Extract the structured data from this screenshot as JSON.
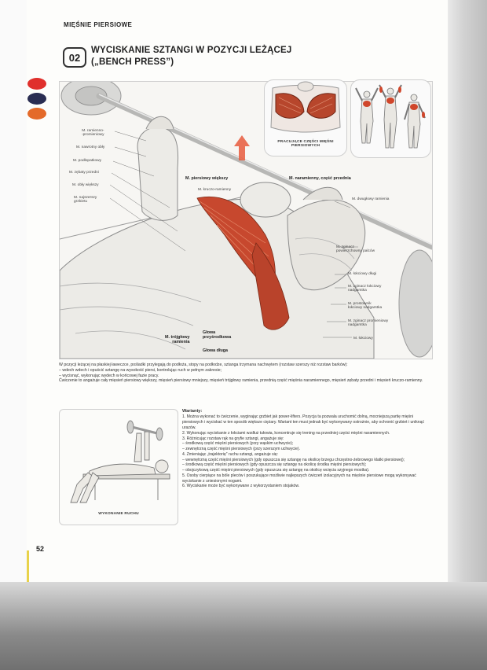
{
  "section_header": "MIĘŚNIE PIERSIOWE",
  "exercise": {
    "number": "02",
    "title_line1": "WYCISKANIE SZTANGI W POZYCJI LEŻĄCEJ",
    "title_line2": "(„BENCH PRESS”)"
  },
  "color_dots": [
    "#e0302c",
    "#2a2d52",
    "#e46a2a"
  ],
  "main_labels": {
    "m_ramienno_promieniowy": "M. ramienno-\n-promieniowy",
    "m_nawrotny_obly": "M. nawrotny obły",
    "m_podlopatkowy": "M. podłopatkowy",
    "m_zebaty_przedni": "M. zębaty przedni",
    "m_obly_wiekszy": "M. obły większy",
    "m_najszerszy_grzbietu": "M. najszerszy\ngrzbietu",
    "m_piersiowy_wiekszy": "M. piersiowy większy",
    "m_kruczo_ramienny": "M. kruczo-ramienny",
    "m_naramienny_czesc_przednia": "M. naramienny, część przednia",
    "m_dwuglowy_ramienia": "M. dwugłowy ramienia",
    "m_zginacz_powierzchowny_palcow": "M. zginacz\npowierzchowny palców",
    "m_lokciowy_dlugi": "M. łokciowy długi",
    "m_zginacz_lokciowy_nadgarstka": "M. zginacz łokciowy\nnadgarstka",
    "m_prostownik_lokciowy_nadgarstka": "M. prostownik\nłokciowy nadgarstka",
    "m_zginacz_promieniowy_nadgarstka": "M. zginacz promieniowy\nnadgarstka",
    "m_lokciowy": "M. łokciowy",
    "m_trojglowy_ramienia": "M. trójgłowy\nramienia",
    "glowa_przysrodkowa": "Głowa\nprzyśrodkowa",
    "glowa_dluga": "Głowa długa"
  },
  "thumb_caption": "PRACUJĄCE CZĘŚCI MIĘŚNI\nPIERSIOWYCH",
  "description": [
    "W pozycji leżącej na płaskiej ławeczce, pośladki przylegają do podłoża, stopy na podłodze, sztanga trzymana nachwytem (rozstaw szerszy niż rozstaw barków):",
    "– wdech wdech i opuścić sztangę na wysokość piersi, kontrolując ruch w pełnym zakresie;",
    "– wycisnąć, wykonując wydech w końcowej fazie pracy.",
    "Ćwiczenie to angażuje cały mięsień piersiowy większy, mięsień piersiowy mniejszy, mięsień trójgłowy ramienia, przednią część mięśnia naramiennego, mięsień zębaty przedni i mięsień kruczo-ramienny."
  ],
  "mini_caption": "WYKONANIE RUCHU",
  "variants_title": "Warianty:",
  "variants": [
    "1. Można wykonać to ćwiczenie, wyginając grzbiet jak power-lifters. Pozycja ta pozwala uruchomić dolną, mocniejszą partię mięśni piersiowych i wyciskać w ten sposób większe ciężary. Wariant ten musi jednak być wykonywany ostrożnie, aby ochronić grzbiet i uniknąć urazów.",
    "2. Wykonując wyciskanie z łokciami wzdłuż tułowia, koncentruje się trening na przedniej części mięśni naramiennych.",
    "3. Różnicując rozstaw rąk na gryfie sztangi, angażuje się:",
    "– środkową część mięśni piersiowych (przy wąskim uchwycie);",
    "– zewnętrzną część mięśni piersiowych (przy szerszym uchwycie).",
    "4. Zmieniając „trajektorię” ruchu sztangi, angażuje się:",
    "– wewnętrzną część mięśni piersiowych (gdy opuszcza się sztangę na okolicę brzegu chrzęstno-żebrowego klatki piersiowej);",
    "– środkową część mięśni piersiowych (gdy opuszcza się sztangę na okolicę środka mięśni piersiowych);",
    "– obojczykową część mięśni piersiowych (gdy opuszcza się sztangę na okolicę wcięcia szyjnego mostka).",
    "5. Osoby cierpiące na bóle pleców i poszukujące możliwie najlepszych ćwiczeń izolacyjnych na mięśnie piersiowe mogą wykonywać wyciskanie z uniesionymi nogami.",
    "6. Wyciskanie może być wykonywane z wykorzystaniem stojaków."
  ],
  "page_number": "52"
}
